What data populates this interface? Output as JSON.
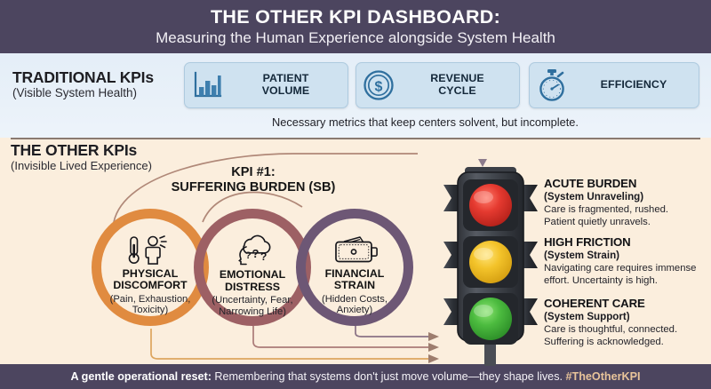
{
  "header": {
    "title": "THE OTHER KPI DASHBOARD:",
    "subtitle": "Measuring the Human Experience alongside System Health",
    "bg_color": "#4c455f"
  },
  "traditional": {
    "label_primary": "TRADITIONAL KPIs",
    "label_secondary": "(Visible System Health)",
    "cards": [
      {
        "label": "PATIENT\nVOLUME",
        "label_line1": "PATIENT",
        "label_line2": "VOLUME",
        "icon": "bar-chart-icon"
      },
      {
        "label": "REVENUE\nCYCLE",
        "label_line1": "REVENUE",
        "label_line2": "CYCLE",
        "icon": "dollar-coin-icon"
      },
      {
        "label": "EFFICIENCY",
        "label_line1": "EFFICIENCY",
        "label_line2": "",
        "icon": "stopwatch-icon"
      }
    ],
    "note": "Necessary metrics that keep centers solvent, but incomplete.",
    "band_color": "#e4eef8",
    "card_color": "#cfe2f0"
  },
  "other": {
    "label_primary": "THE OTHER KPIs",
    "label_secondary": "(Invisible Lived Experience)",
    "kpi_title_line1": "KPI #1:",
    "kpi_title_line2": "SUFFERING BURDEN (SB)",
    "rings": [
      {
        "title_line1": "PHYSICAL",
        "title_line2": "DISCOMFORT",
        "sub_line1": "(Pain, Exhaustion,",
        "sub_line2": "Toxicity)",
        "color": "#e08b40",
        "icon": "thermometer-person-icon"
      },
      {
        "title_line1": "EMOTIONAL",
        "title_line2": "DISTRESS",
        "sub_line1": "(Uncertainty, Fear,",
        "sub_line2": "Narrowing Life)",
        "color": "#9d6064",
        "icon": "head-storm-cloud-icon"
      },
      {
        "title_line1": "FINANCIAL",
        "title_line2": "STRAIN",
        "sub_line1": "(Hidden Costs,",
        "sub_line2": "Anxiety)",
        "color": "#6d5775",
        "icon": "wallet-icon"
      }
    ]
  },
  "traffic_light": {
    "name": "traffic-light",
    "lights": [
      {
        "state": "red",
        "color": "#e03b33"
      },
      {
        "state": "yellow",
        "color": "#f2c62c"
      },
      {
        "state": "green",
        "color": "#4cbb3f"
      }
    ]
  },
  "outcomes": [
    {
      "title": "ACUTE BURDEN",
      "subtitle": "(System Unraveling)",
      "desc_line1": "Care is fragmented, rushed.",
      "desc_line2": "Patient quietly unravels."
    },
    {
      "title": "HIGH FRICTION",
      "subtitle": "(System Strain)",
      "desc_line1": "Navigating care requires immense",
      "desc_line2": "effort. Uncertainty is high."
    },
    {
      "title": "COHERENT CARE",
      "subtitle": "(System Support)",
      "desc_line1": "Care is thoughtful, connected.",
      "desc_line2": "Suffering is acknowledged."
    }
  ],
  "footer": {
    "lead": "A gentle operational reset:",
    "body": " Remembering that systems don't just move volume—they shape lives. ",
    "hashtag": "#TheOtherKPI",
    "hashtag_color": "#e8c49a"
  }
}
